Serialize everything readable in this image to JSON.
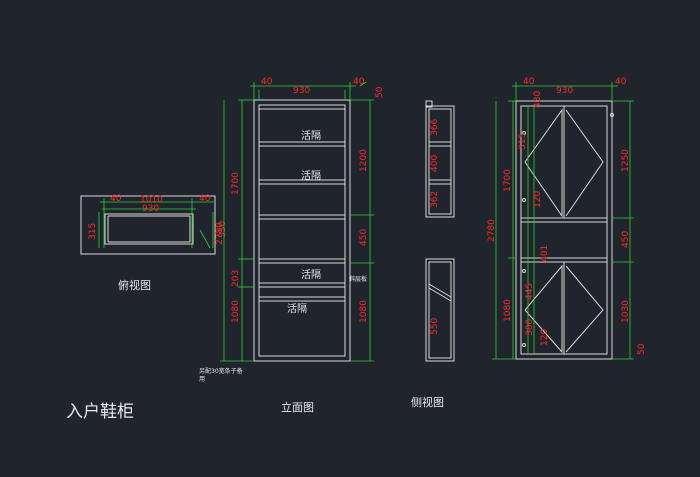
{
  "title": "入户鞋柜",
  "views": {
    "top": "俯视图",
    "front": "立面图",
    "side": "侧视图"
  },
  "shelf_label": "活隔",
  "small_notes": {
    "shelf_note": "斜层板",
    "strip_note_line1": "另配30宽条子备",
    "strip_note_line2": "用"
  },
  "top_view": {
    "d_40_left": "40",
    "d_1010": "1010",
    "d_40_right": "40",
    "d_930": "930",
    "d_315": "315",
    "d_350": "350"
  },
  "front_view": {
    "d_40_left": "40",
    "d_930": "930",
    "d_40_right": "40",
    "d_50": "50",
    "d_1700": "1700",
    "d_2780": "2780",
    "d_1200": "1200",
    "d_450": "450",
    "d_1080_left": "1080",
    "d_1080_right": "1080",
    "d_203": "203"
  },
  "side_view": {
    "d_366": "366",
    "d_400": "400",
    "d_362": "362",
    "d_550": "550"
  },
  "door_view": {
    "d_40_left": "40",
    "d_930": "930",
    "d_40_right": "40",
    "d_1700": "1700",
    "d_2780": "2780",
    "d_1250": "1250",
    "d_450": "450",
    "d_1030": "1030",
    "d_1080": "1080",
    "d_50": "50",
    "d_430": "430",
    "d_315": "315",
    "d_120_a": "120",
    "d_401": "401",
    "d_445": "445",
    "d_380": "380",
    "d_120_b": "120"
  }
}
